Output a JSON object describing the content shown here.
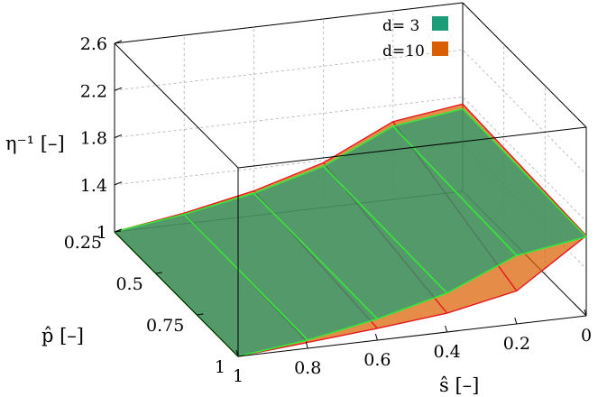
{
  "chart_data": {
    "type": "surface3d",
    "zlabel": "η⁻¹ [–]",
    "xlabel": "ŝ [–]",
    "ylabel": "p̂ [–]",
    "z_ticks": [
      "1",
      "1.4",
      "1.8",
      "2.2",
      "2.6"
    ],
    "s_ticks": [
      "1",
      "0.8",
      "0.6",
      "0.4",
      "0.2",
      "0"
    ],
    "p_ticks": [
      "0.25",
      "0.5",
      "0.75",
      "1"
    ],
    "zlim": [
      1,
      2.6
    ],
    "slim": [
      1,
      0
    ],
    "plim": [
      0.25,
      1
    ],
    "legend": [
      {
        "label": "d= 3",
        "color": "#1b9e77"
      },
      {
        "label": "d=10",
        "color": "#d95f02"
      }
    ],
    "series": [
      {
        "name": "d= 3",
        "s": [
          1,
          0.8,
          0.6,
          0.4,
          0.2,
          0
        ],
        "p": [
          0.25,
          1
        ],
        "z": [
          [
            1.0,
            1.08,
            1.19,
            1.35,
            1.62,
            1.7
          ],
          [
            1.0,
            1.07,
            1.18,
            1.33,
            1.58,
            1.67
          ]
        ]
      },
      {
        "name": "d=10",
        "s": [
          1,
          0.8,
          0.6,
          0.4,
          0.2,
          0
        ],
        "p": [
          0.25,
          1
        ],
        "z": [
          [
            1.0,
            1.09,
            1.21,
            1.38,
            1.66,
            1.74
          ],
          [
            1.0,
            1.05,
            1.1,
            1.16,
            1.28,
            1.68
          ]
        ]
      }
    ]
  }
}
